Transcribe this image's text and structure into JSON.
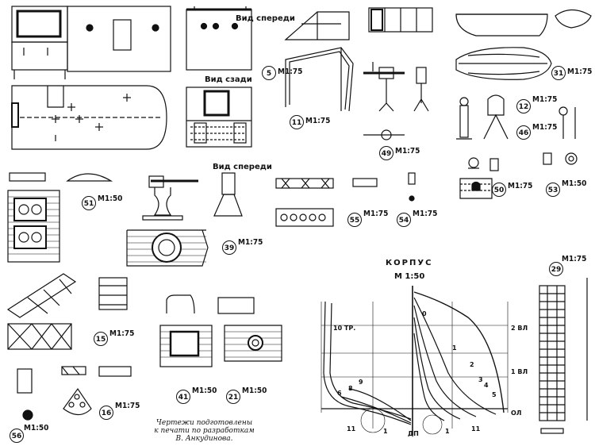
{
  "views": {
    "front": "Вид спереди",
    "rear": "Вид сзади",
    "front2": "Вид спереди"
  },
  "parts": [
    {
      "num": "5",
      "scale": "М1:75"
    },
    {
      "num": "11",
      "scale": "М1:75"
    },
    {
      "num": "49",
      "scale": "М1:75"
    },
    {
      "num": "31",
      "scale": "М1:75"
    },
    {
      "num": "12",
      "scale": "М1:75"
    },
    {
      "num": "46",
      "scale": "М1:75"
    },
    {
      "num": "50",
      "scale": "М1:75"
    },
    {
      "num": "53",
      "scale": "М1:50"
    },
    {
      "num": "51",
      "scale": "М1:50"
    },
    {
      "num": "39",
      "scale": "М1:75"
    },
    {
      "num": "55",
      "scale": "М1:75"
    },
    {
      "num": "54",
      "scale": "М1:75"
    },
    {
      "num": "15",
      "scale": "М1:75"
    },
    {
      "num": "16",
      "scale": "М1:75"
    },
    {
      "num": "41",
      "scale": "М1:50"
    },
    {
      "num": "21",
      "scale": "М1:50"
    },
    {
      "num": "56",
      "scale": "М1:50"
    },
    {
      "num": "29",
      "scale": "М1:75"
    }
  ],
  "hull": {
    "title": "КОРПУС",
    "scale": "М 1:50",
    "labels": {
      "tr10": "10 ТР.",
      "vl2": "2 ВЛ",
      "vl1": "1 ВЛ",
      "ol": "ОЛ",
      "dp": "ДП",
      "s0": "0",
      "s1": "1",
      "s2": "2",
      "s3": "3",
      "s4": "4",
      "s5": "5",
      "s6": "6",
      "s8": "8",
      "s9": "9",
      "b11a": "11",
      "b1a": "1",
      "b1b": "1",
      "b11b": "11"
    }
  },
  "note": {
    "line1": "Чертежи подготовлены",
    "line2": "к печати по разработкам",
    "line3": "В. Анкудинова."
  }
}
